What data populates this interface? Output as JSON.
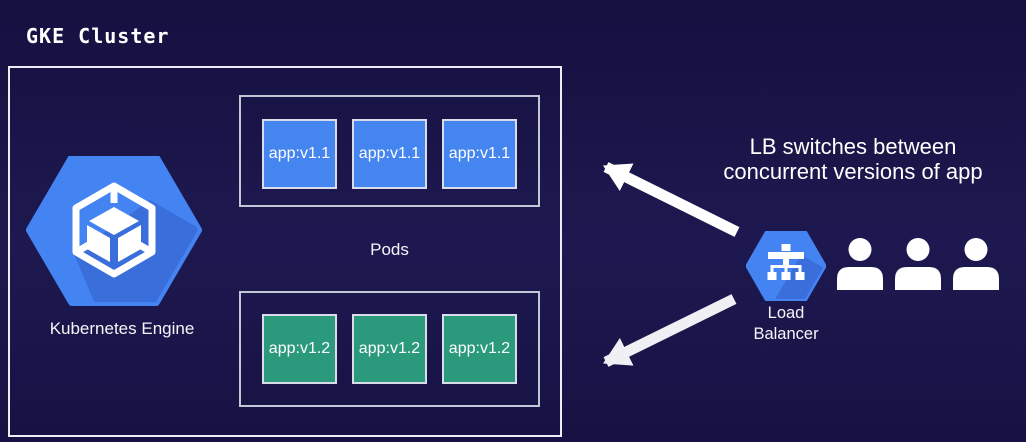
{
  "title": "GKE Cluster",
  "cluster": {
    "engine": {
      "label": "Kubernetes Engine",
      "icon": "gke-hexagon-cube-icon"
    },
    "pods": {
      "label": "Pods",
      "v1_row": {
        "items": [
          "app:v1.1",
          "app:v1.1",
          "app:v1.1"
        ],
        "color": "#4585f0"
      },
      "v2_row": {
        "items": [
          "app:v1.2",
          "app:v1.2",
          "app:v1.2"
        ],
        "color": "#2b9a7c"
      }
    }
  },
  "annotation": {
    "line1": "LB switches between",
    "line2": "concurrent versions of app"
  },
  "load_balancer": {
    "label_line1": "Load",
    "label_line2": "Balancer",
    "icon": "load-balancer-hexagon-icon"
  },
  "users": {
    "count": 3,
    "icon": "user-icon"
  },
  "colors": {
    "background": "#1a1548",
    "hexagon_blue": "#4285f4",
    "hexagon_shadow": "#3a6edb",
    "app_v1_blue": "#4585f0",
    "app_v2_green": "#2b9a7c",
    "cluster_border": "#eceef5",
    "pods_border": "#c2c7d8",
    "text": "#ffffff"
  }
}
